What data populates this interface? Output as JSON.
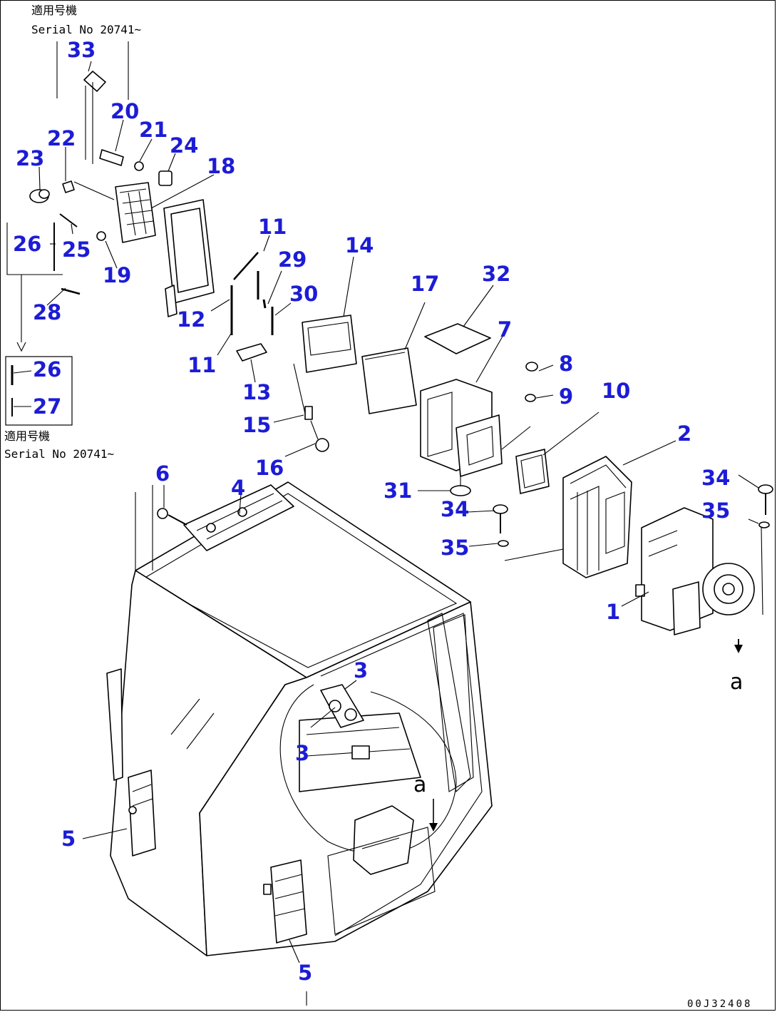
{
  "serial_top": {
    "jp": "適用号機",
    "text": "Serial No 20741~"
  },
  "serial_bottom": {
    "jp": "適用号機",
    "text": "Serial No 20741~"
  },
  "view_letter_upper": "a",
  "view_letter_lower": "a",
  "doc_code": "00J32408",
  "callouts": {
    "c33": "33",
    "c20": "20",
    "c21": "21",
    "c22": "22",
    "c24": "24",
    "c23": "23",
    "c18": "18",
    "c26a": "26",
    "c25": "25",
    "c19": "19",
    "c28": "28",
    "c11a": "11",
    "c29": "29",
    "c30": "30",
    "c12": "12",
    "c11b": "11",
    "c13": "13",
    "c14": "14",
    "c15": "15",
    "c16": "16",
    "c17": "17",
    "c32": "32",
    "c7": "7",
    "c8": "8",
    "c9": "9",
    "c10": "10",
    "c31": "31",
    "c2": "2",
    "c34a": "34",
    "c35a": "35",
    "c34b": "34",
    "c35b": "35",
    "c1": "1",
    "c26b": "26",
    "c27": "27",
    "c6": "6",
    "c4": "4",
    "c3a": "3",
    "c3b": "3",
    "c5a": "5",
    "c5b": "5"
  }
}
